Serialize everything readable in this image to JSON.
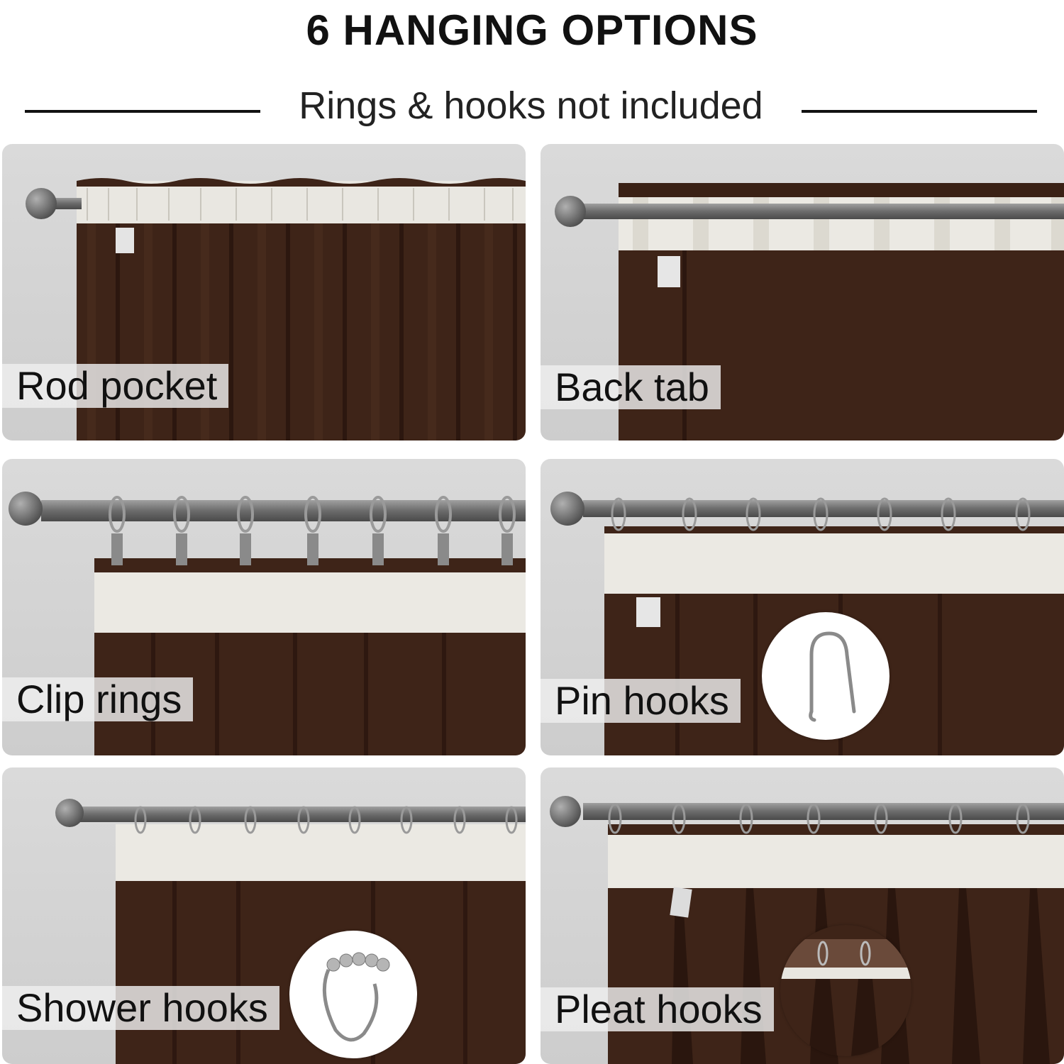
{
  "header": {
    "title": "6 HANGING  OPTIONS",
    "subtitle": "Rings & hooks not included"
  },
  "panels": [
    {
      "label": "Rod pocket",
      "icon": "rod-pocket-curtain-photo"
    },
    {
      "label": "Back tab",
      "icon": "back-tab-curtain-photo"
    },
    {
      "label": "Clip rings",
      "icon": "clip-rings-curtain-photo"
    },
    {
      "label": "Pin hooks",
      "icon": "pin-hooks-curtain-photo",
      "inset": "pin-hook-icon"
    },
    {
      "label": "Shower hooks",
      "icon": "shower-hooks-curtain-photo",
      "inset": "shower-hook-icon"
    },
    {
      "label": "Pleat hooks",
      "icon": "pleat-hooks-curtain-photo",
      "inset": "pleat-hook-closeup"
    }
  ],
  "colors": {
    "curtain": "#3e2418",
    "curtain_fold": "#301a11",
    "header_tape": "#ecebe6",
    "rod": "#707070",
    "background": "#d4d4d4"
  }
}
